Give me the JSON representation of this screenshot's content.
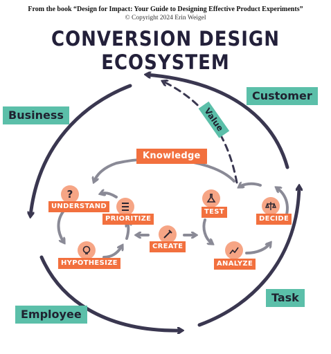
{
  "credit": {
    "book": "From the book “Design for Impact: Your Guide to Designing Effective Product Experiments”",
    "copyright": "© Copyright 2024 Erin Weigel"
  },
  "title": "CONVERSION DESIGN ECOSYSTEM",
  "outer_labels": {
    "business": "Business",
    "customer": "Customer",
    "employee": "Employee",
    "task": "Task"
  },
  "value_label": "Value",
  "knowledge_label": "Knowledge",
  "steps": {
    "understand": "UNDERSTAND",
    "prioritize": "PRIORITIZE",
    "hypothesize": "HYPOTHESIZE",
    "create": "CREATE",
    "test": "TEST",
    "decide": "DECIDE",
    "analyze": "ANALYZE"
  },
  "icons": {
    "understand": "question-mark-icon",
    "prioritize": "numbered-list-icon",
    "hypothesize": "lightbulb-icon",
    "create": "pencil-icon",
    "test": "flask-icon",
    "decide": "balance-scale-icon",
    "analyze": "chart-icon"
  },
  "colors": {
    "teal": "#5bbfa9",
    "orange": "#f2703e",
    "icon_bg": "#f6a585",
    "outer_arrow": "#3a3750",
    "inner_arrow": "#8a8a96"
  }
}
